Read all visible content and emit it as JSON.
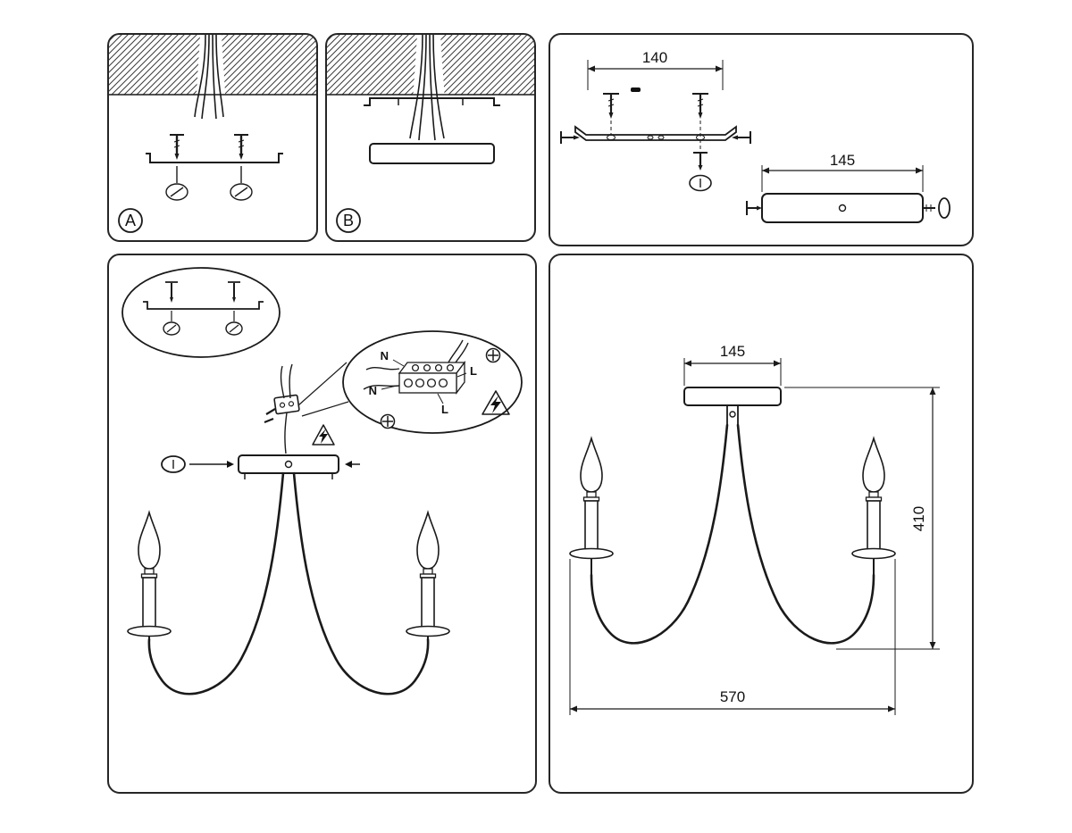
{
  "steps": {
    "a": "A",
    "b": "B"
  },
  "top_right": {
    "bracket_width": "140",
    "canopy_length": "145"
  },
  "assembly": {
    "labels": {
      "n_top": "N",
      "l_top": "L",
      "n_left": "N",
      "l_bottom": "L"
    }
  },
  "dimensions": {
    "canopy_width": "145",
    "height": "410",
    "total_width": "570"
  },
  "colors": {
    "line": "#1a1a1a",
    "background": "#ffffff"
  }
}
